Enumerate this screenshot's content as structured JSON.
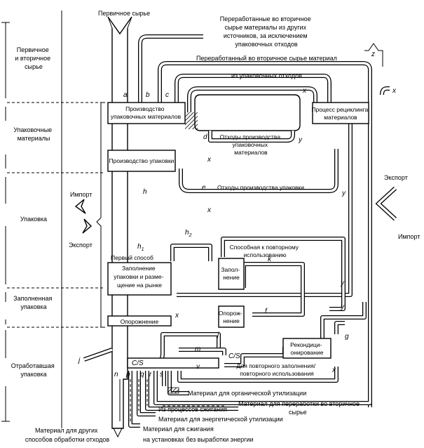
{
  "stages": [
    [
      "Первичное",
      "и вторичное",
      "сырье"
    ],
    [
      "Упаковочные",
      "материалы"
    ],
    [
      "Упаковка"
    ],
    [
      "Заполненная",
      "упаковка"
    ],
    [
      "Отработавшая",
      "упаковка"
    ]
  ],
  "top_labels": {
    "primary": "Первичное сырье",
    "recycled_other": [
      "Переработанные во вторичное",
      "сырье материалы из других",
      "источников, за исключением",
      "упаковочных отходов"
    ],
    "recycled_pack_1": "Переработанный во вторичное сырье материал",
    "recycled_pack_2": "из упаковочных отходов"
  },
  "boxes": {
    "pack_materials": [
      "Производство",
      "упаковочных материалов"
    ],
    "recycling": [
      "Процесс рециклинга",
      "материалов"
    ],
    "pack_production": "Производство упаковки",
    "filling_market": [
      "Заполнение",
      "упаковки и разме-",
      "щение на рынке"
    ],
    "emptying": "Опорожнение",
    "first_way": "Первый способ",
    "refill": [
      "Запол-",
      "нение"
    ],
    "emptying2": [
      "Опорож-",
      "нение"
    ],
    "recondition": [
      "Рекондици-",
      "онирование"
    ],
    "reusable": [
      "Способная к повторному",
      "использованию"
    ],
    "refill_reuse": [
      "Для повторного заполнения/",
      "повторного использования"
    ]
  },
  "waste_labels": {
    "prod_waste": [
      "Отходы производства",
      "упаковочных",
      "материалов"
    ],
    "pack_waste": "Отходы производства упаковки"
  },
  "side_labels": {
    "import_l": "Импорт",
    "export_l": "Экспорт",
    "export_r": "Экспорт",
    "import_r": "Импорт"
  },
  "outputs": {
    "organic": "Материал для органической утилизации",
    "recycle": [
      "Материал для переработки во вторичное",
      "сырье"
    ],
    "incineration": "Из процессов сжигания",
    "energy": "Материал для энергетической утилизации",
    "burn": [
      "Материал для сжигания",
      "на установках без выработки энергии"
    ],
    "other": [
      "Материал для других",
      "способов обработки отходов"
    ]
  },
  "letters": {
    "a": "a",
    "b": "b",
    "c": "c",
    "d": "d",
    "e": "e",
    "f": "f",
    "g": "g",
    "h": "h",
    "h1": "h",
    "h1s": "1",
    "h2": "h",
    "h2s": "2",
    "j": "j",
    "k": "k",
    "m": "m",
    "n": "n",
    "p": "p",
    "q": "q",
    "r": "r",
    "s": "s",
    "v": "v",
    "x": "x",
    "y": "y",
    "z": "z",
    "cs": "C/S"
  }
}
